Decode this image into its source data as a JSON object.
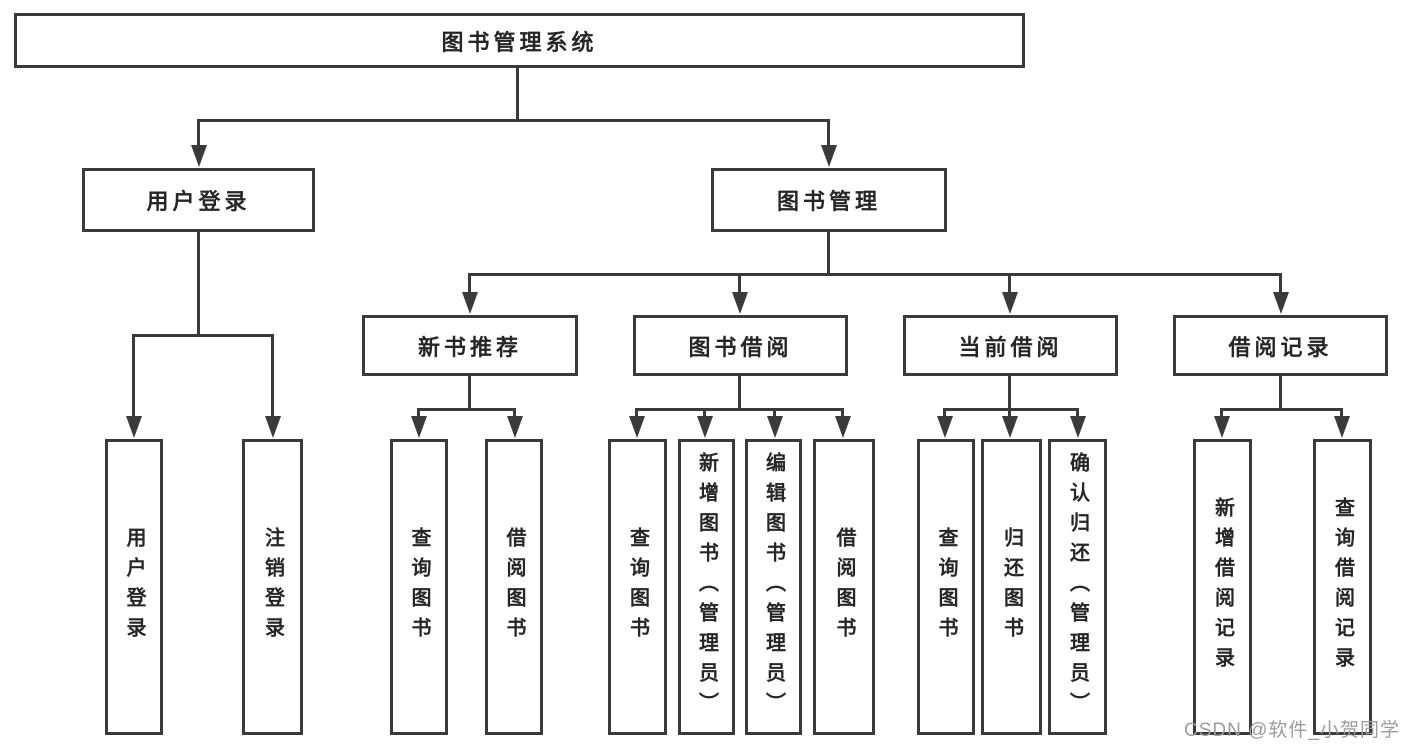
{
  "colors": {
    "line": "#3a3a3a",
    "text": "#262626",
    "background": "#ffffff",
    "watermark": "#9c9c9c"
  },
  "watermark": {
    "text": "CSDN @软件_小贺同学"
  },
  "tree": {
    "root": "图书管理系统",
    "children": [
      {
        "label": "用户登录",
        "children": [
          {
            "label": "用户登录"
          },
          {
            "label": "注销登录"
          }
        ]
      },
      {
        "label": "图书管理",
        "children": [
          {
            "label": "新书推荐",
            "children": [
              {
                "label": "查询图书"
              },
              {
                "label": "借阅图书"
              }
            ]
          },
          {
            "label": "图书借阅",
            "children": [
              {
                "label": "查询图书"
              },
              {
                "label": "新增图书（管理员）"
              },
              {
                "label": "编辑图书（管理员）"
              },
              {
                "label": "借阅图书"
              }
            ]
          },
          {
            "label": "当前借阅",
            "children": [
              {
                "label": "查询图书"
              },
              {
                "label": "归还图书"
              },
              {
                "label": "确认归还（管理员）"
              }
            ]
          },
          {
            "label": "借阅记录",
            "children": [
              {
                "label": "新增借阅记录"
              },
              {
                "label": "查询借阅记录"
              }
            ]
          }
        ]
      }
    ]
  }
}
